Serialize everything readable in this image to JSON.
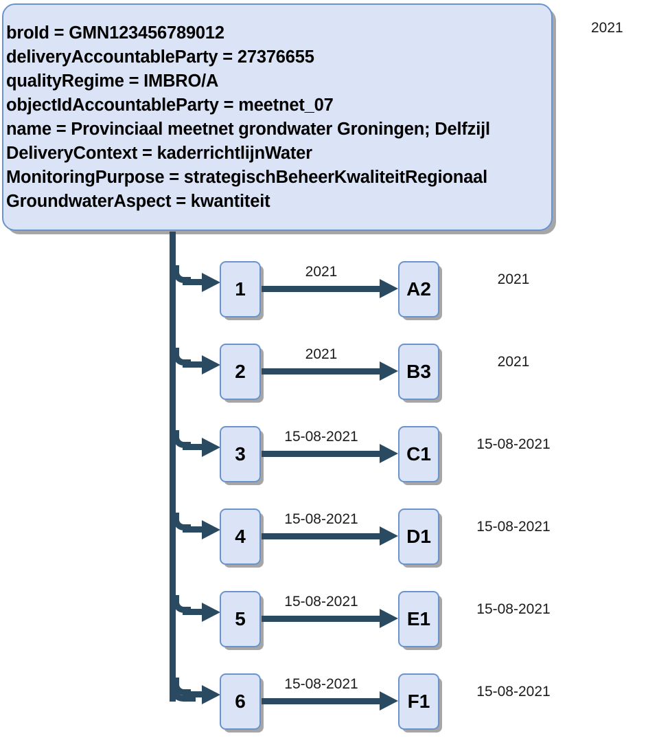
{
  "header": {
    "corner_year": "2021",
    "gmn_box": {
      "lines": [
        "broId = GMN123456789012",
        "deliveryAccountableParty = 27376655",
        "qualityRegime = IMBRO/A",
        "objectIdAccountableParty = meetnet_07",
        "name = Provinciaal meetnet grondwater Groningen; Delfzijl",
        "DeliveryContext = kaderrichtlijnWater",
        "MonitoringPurpose = strategischBeheerKwaliteitRegionaal",
        "GroundwaterAspect = kwantiteit"
      ]
    }
  },
  "colors": {
    "node_fill": "#dae4f6",
    "node_border": "#6a93ce",
    "connector": "#2a4a62",
    "shadow": "#969696",
    "text": "#000000",
    "background": "#ffffff"
  },
  "rows": [
    {
      "index": "1",
      "left_label": "1",
      "link_label": "2021",
      "right_label": "A2",
      "year": "2021"
    },
    {
      "index": "2",
      "left_label": "2",
      "link_label": "2021",
      "right_label": "B3",
      "year": "2021"
    },
    {
      "index": "3",
      "left_label": "3",
      "link_label": "15-08-2021",
      "right_label": "C1",
      "year": "15-08-2021"
    },
    {
      "index": "4",
      "left_label": "4",
      "link_label": "15-08-2021",
      "right_label": "D1",
      "year": "15-08-2021"
    },
    {
      "index": "5",
      "left_label": "5",
      "link_label": "15-08-2021",
      "right_label": "E1",
      "year": "15-08-2021"
    },
    {
      "index": "6",
      "left_label": "6",
      "link_label": "15-08-2021",
      "right_label": "F1",
      "year": "15-08-2021"
    }
  ]
}
